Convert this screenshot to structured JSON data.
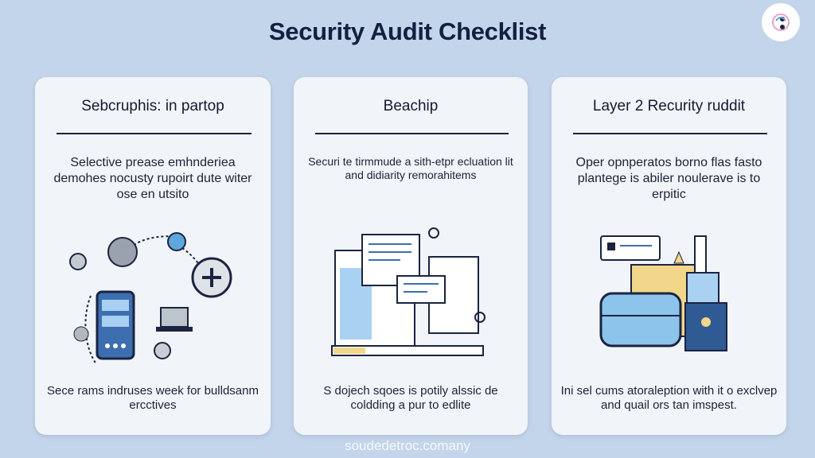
{
  "title": "Security Audit Checklist",
  "cards": [
    {
      "title": "Sebcruphis: in partop",
      "body": "Selective prease emhnderiea demohes nocusty rupoirt dute witer ose en utsito",
      "footer": "Sece rams indruses week for bulldsanm ercctives"
    },
    {
      "title": "Beachip",
      "body": "Securi te tirmmude a sith-etpr ecluation lit and didiarity remorahitems",
      "footer": "S dojech sqoes is potily alssic de coldding a pur to edlite"
    },
    {
      "title": "Layer 2 Recurity ruddit",
      "body": "Oper opnperatos borno flas fasto plantege is abiler noulerave is to erpitic",
      "footer": "Ini sel cums atoraleption with it o exclvep and quail ors tan imspest."
    }
  ],
  "footer": "soudedetroc.comany",
  "colors": {
    "background": "#c3d5ea",
    "card": "#f1f4f8",
    "navy": "#13203f",
    "accent": "#4a7bbf"
  }
}
